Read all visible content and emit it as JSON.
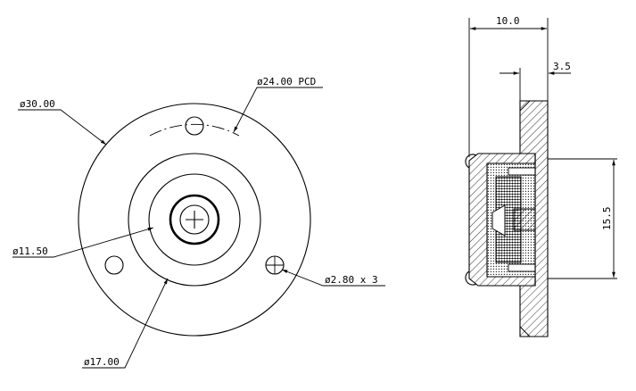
{
  "front_view": {
    "dim_outer_diameter": "ø30.00",
    "dim_pcd": "ø24.00 PCD",
    "dim_bore": "ø11.50",
    "dim_hub": "ø17.00",
    "dim_holes": "ø2.80 x 3"
  },
  "side_view": {
    "dim_width": "10.0",
    "dim_flange": "3.5",
    "dim_height": "15.5"
  },
  "colors": {
    "line": "#000000",
    "background": "#ffffff"
  }
}
